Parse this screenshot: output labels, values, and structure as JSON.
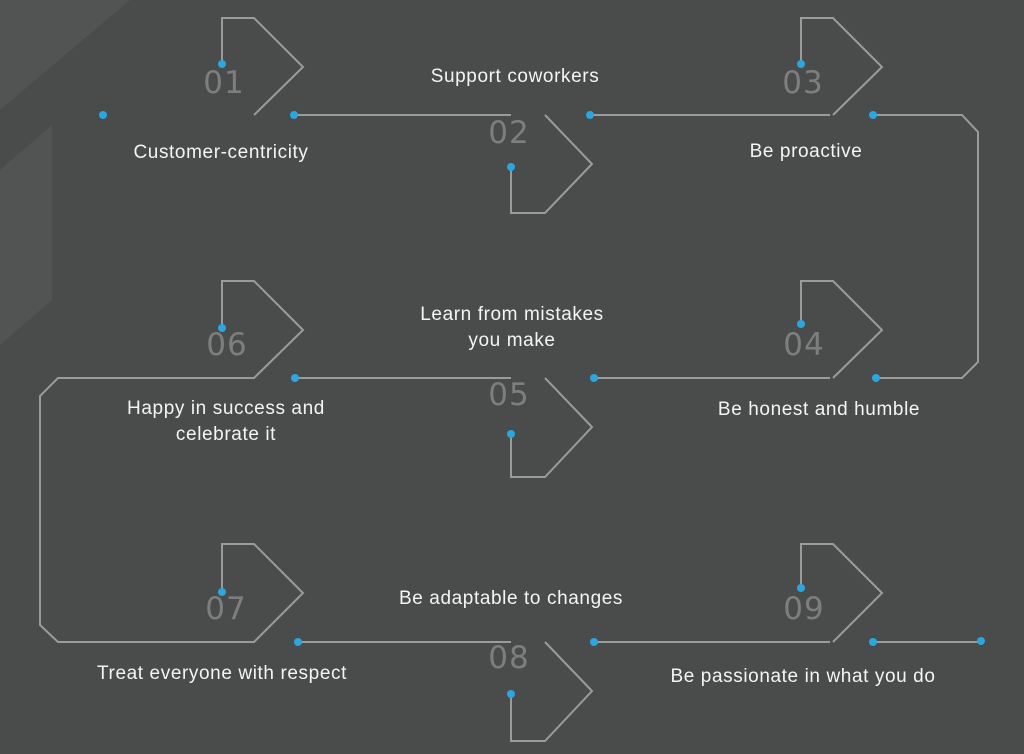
{
  "colors": {
    "background": "#4a4b4b",
    "line": "#9a9c9c",
    "dot": "#2aa6e0",
    "number": "#7d7f7f",
    "label": "#f4f4f4"
  },
  "steps": [
    {
      "number": "01",
      "label": "Customer-centricity"
    },
    {
      "number": "02",
      "label": "Support coworkers"
    },
    {
      "number": "03",
      "label": "Be proactive"
    },
    {
      "number": "04",
      "label": "Be honest and humble"
    },
    {
      "number": "05",
      "label": [
        "Learn from mistakes",
        "you make"
      ]
    },
    {
      "number": "06",
      "label": [
        "Happy in success and",
        "celebrate it"
      ]
    },
    {
      "number": "07",
      "label": "Treat everyone with respect"
    },
    {
      "number": "08",
      "label": "Be adaptable to changes"
    },
    {
      "number": "09",
      "label": "Be passionate in what you do"
    }
  ]
}
